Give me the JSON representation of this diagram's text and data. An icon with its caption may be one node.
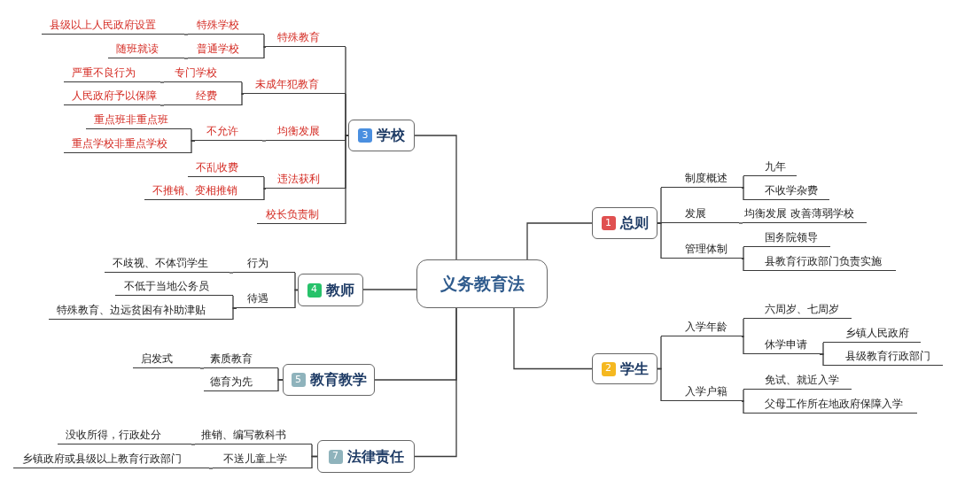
{
  "diagram": {
    "nodes": [
      {
        "text": [
          "义务教育法"
        ]
      },
      {
        "text": [
          "3",
          "学校"
        ]
      },
      {
        "text": [
          "特殊教育"
        ]
      },
      {
        "text": [
          "特殊学校"
        ]
      },
      {
        "text": [
          "县级以上人民政府设置"
        ]
      },
      {
        "text": [
          "普通学校"
        ]
      },
      {
        "text": [
          "随班就读"
        ]
      },
      {
        "text": [
          "未成年犯教育"
        ]
      },
      {
        "text": [
          "专门学校"
        ]
      },
      {
        "text": [
          "严重不良行为"
        ]
      },
      {
        "text": [
          "经费"
        ]
      },
      {
        "text": [
          "人民政府予以保障"
        ]
      },
      {
        "text": [
          "均衡发展"
        ]
      },
      {
        "text": [
          "不允许"
        ]
      },
      {
        "text": [
          "重点班非重点班"
        ]
      },
      {
        "text": [
          "重点学校非重点学校"
        ]
      },
      {
        "text": [
          "违法获利"
        ]
      },
      {
        "text": [
          "不乱收费"
        ]
      },
      {
        "text": [
          "不推销、变相推销"
        ]
      },
      {
        "text": [
          "校长负责制"
        ]
      },
      {
        "text": [
          "1",
          "总则"
        ]
      },
      {
        "text": [
          "制度概述"
        ]
      },
      {
        "text": [
          "九年"
        ]
      },
      {
        "text": [
          "不收学杂费"
        ]
      },
      {
        "text": [
          "发展"
        ]
      },
      {
        "text": [
          "均衡发展 改善薄弱学校"
        ]
      },
      {
        "text": [
          "管理体制"
        ]
      },
      {
        "text": [
          "国务院领导"
        ]
      },
      {
        "text": [
          "县教育行政部门负责实施"
        ]
      },
      {
        "text": [
          "4",
          "教师"
        ]
      },
      {
        "text": [
          "行为"
        ]
      },
      {
        "text": [
          "不歧视、不体罚学生"
        ]
      },
      {
        "text": [
          "待遇"
        ]
      },
      {
        "text": [
          "不低于当地公务员"
        ]
      },
      {
        "text": [
          "特殊教育、边远贫困有补助津贴"
        ]
      },
      {
        "text": [
          "2",
          "学生"
        ]
      },
      {
        "text": [
          "入学年龄"
        ]
      },
      {
        "text": [
          "六周岁、七周岁"
        ]
      },
      {
        "text": [
          "休学申请"
        ]
      },
      {
        "text": [
          "乡镇人民政府"
        ]
      },
      {
        "text": [
          "县级教育行政部门"
        ]
      },
      {
        "text": [
          "入学户籍"
        ]
      },
      {
        "text": [
          "免试、就近入学"
        ]
      },
      {
        "text": [
          "父母工作所在地政府保障入学"
        ]
      },
      {
        "text": [
          "5",
          "教育教学"
        ]
      },
      {
        "text": [
          "素质教育"
        ]
      },
      {
        "text": [
          "启发式"
        ]
      },
      {
        "text": [
          "德育为先"
        ]
      },
      {
        "text": [
          "7",
          "法律责任"
        ]
      },
      {
        "text": [
          "推销、编写教科书"
        ]
      },
      {
        "text": [
          "没收所得，行政处分"
        ]
      },
      {
        "text": [
          "不送儿童上学"
        ]
      },
      {
        "text": [
          "乡镇政府或县级以上教育行政部门"
        ]
      }
    ],
    "edges": [
      {
        "from": 0,
        "to": 1,
        "arrow": "none"
      },
      {
        "from": 0,
        "to": 20,
        "arrow": "none"
      },
      {
        "from": 0,
        "to": 29,
        "arrow": "none"
      },
      {
        "from": 0,
        "to": 35,
        "arrow": "none"
      },
      {
        "from": 0,
        "to": 44,
        "arrow": "none"
      },
      {
        "from": 0,
        "to": 48,
        "arrow": "none"
      },
      {
        "from": 1,
        "to": 2,
        "arrow": "none"
      },
      {
        "from": 2,
        "to": 3,
        "arrow": "none"
      },
      {
        "from": 3,
        "to": 4,
        "arrow": "none"
      },
      {
        "from": 2,
        "to": 5,
        "arrow": "none"
      },
      {
        "from": 5,
        "to": 6,
        "arrow": "none"
      },
      {
        "from": 1,
        "to": 7,
        "arrow": "none"
      },
      {
        "from": 7,
        "to": 8,
        "arrow": "none"
      },
      {
        "from": 8,
        "to": 9,
        "arrow": "none"
      },
      {
        "from": 7,
        "to": 10,
        "arrow": "none"
      },
      {
        "from": 10,
        "to": 11,
        "arrow": "none"
      },
      {
        "from": 1,
        "to": 12,
        "arrow": "none"
      },
      {
        "from": 12,
        "to": 13,
        "arrow": "none"
      },
      {
        "from": 13,
        "to": 14,
        "arrow": "none"
      },
      {
        "from": 13,
        "to": 15,
        "arrow": "none"
      },
      {
        "from": 1,
        "to": 16,
        "arrow": "none"
      },
      {
        "from": 16,
        "to": 17,
        "arrow": "none"
      },
      {
        "from": 16,
        "to": 18,
        "arrow": "none"
      },
      {
        "from": 1,
        "to": 19,
        "arrow": "none"
      },
      {
        "from": 20,
        "to": 21,
        "arrow": "none"
      },
      {
        "from": 21,
        "to": 22,
        "arrow": "none"
      },
      {
        "from": 21,
        "to": 23,
        "arrow": "none"
      },
      {
        "from": 20,
        "to": 24,
        "arrow": "none"
      },
      {
        "from": 24,
        "to": 25,
        "arrow": "none"
      },
      {
        "from": 20,
        "to": 26,
        "arrow": "none"
      },
      {
        "from": 26,
        "to": 27,
        "arrow": "none"
      },
      {
        "from": 26,
        "to": 28,
        "arrow": "none"
      },
      {
        "from": 29,
        "to": 30,
        "arrow": "none"
      },
      {
        "from": 30,
        "to": 31,
        "arrow": "none"
      },
      {
        "from": 29,
        "to": 32,
        "arrow": "none"
      },
      {
        "from": 32,
        "to": 33,
        "arrow": "none"
      },
      {
        "from": 32,
        "to": 34,
        "arrow": "none"
      },
      {
        "from": 35,
        "to": 36,
        "arrow": "none"
      },
      {
        "from": 36,
        "to": 37,
        "arrow": "none"
      },
      {
        "from": 36,
        "to": 38,
        "arrow": "none"
      },
      {
        "from": 38,
        "to": 39,
        "arrow": "none"
      },
      {
        "from": 38,
        "to": 40,
        "arrow": "none"
      },
      {
        "from": 35,
        "to": 41,
        "arrow": "none"
      },
      {
        "from": 41,
        "to": 42,
        "arrow": "none"
      },
      {
        "from": 41,
        "to": 43,
        "arrow": "none"
      },
      {
        "from": 44,
        "to": 45,
        "arrow": "none"
      },
      {
        "from": 45,
        "to": 46,
        "arrow": "none"
      },
      {
        "from": 44,
        "to": 47,
        "arrow": "none"
      },
      {
        "from": 48,
        "to": 49,
        "arrow": "none"
      },
      {
        "from": 49,
        "to": 50,
        "arrow": "none"
      },
      {
        "from": 48,
        "to": 51,
        "arrow": "none"
      },
      {
        "from": 51,
        "to": 52,
        "arrow": "none"
      }
    ]
  }
}
